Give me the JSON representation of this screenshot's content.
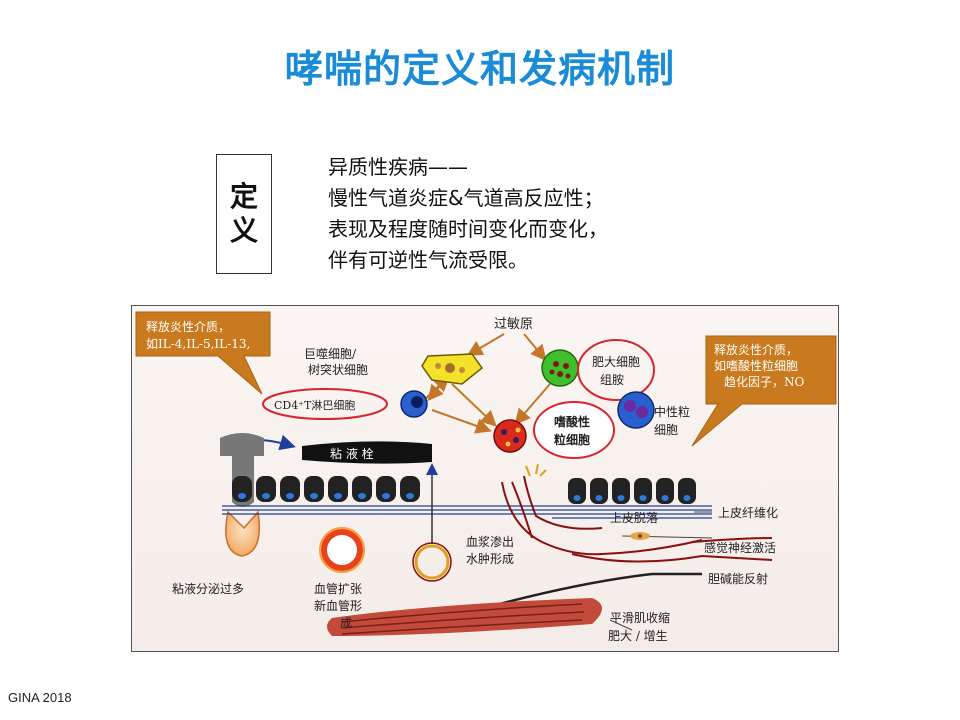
{
  "slide": {
    "title": "哮喘的定义和发病机制",
    "definition_label_1": "定",
    "definition_label_2": "义",
    "definition_lines": [
      "异质性疾病——",
      "慢性气道炎症&气道高反应性；",
      "表现及程度随时间变化而变化，",
      "伴有可逆性气流受限。"
    ],
    "footer": "GINA 2018"
  },
  "diagram": {
    "callout_left": [
      "释放炎性介质，",
      "如IL-4,IL-5,IL-13,"
    ],
    "callout_right": [
      "释放炎性介质，",
      "如嗜酸性粒细胞",
      "趋化因子，NO"
    ],
    "allergen": "过敏原",
    "macrophage": [
      "巨噬细胞/",
      "树突状细胞"
    ],
    "cd4": "CD4⁺T淋巴细胞",
    "mast_cell": [
      "肥大细胞",
      "组胺"
    ],
    "neutrophil": [
      "中性粒",
      "细胞"
    ],
    "eosinophil": [
      "嗜酸性",
      "粒细胞"
    ],
    "mucus_plug": "粘 液 栓",
    "epithelium_shed": "上皮脱落",
    "right_labels": [
      "上皮纤维化",
      "感觉神经激活",
      "胆碱能反射"
    ],
    "smooth_muscle": [
      "平滑肌收缩",
      "肥大 / 增生"
    ],
    "plasma": [
      "血浆渗出",
      "水肿形成"
    ],
    "mucus_secretion": "粘液分泌过多",
    "vessel": [
      "血管扩张",
      "新血管形",
      "成"
    ],
    "colors": {
      "title": "#1a8bd6",
      "callout": "#c97a1e",
      "cell_ring": "#d9232e",
      "arrow": "#c4772a"
    }
  }
}
